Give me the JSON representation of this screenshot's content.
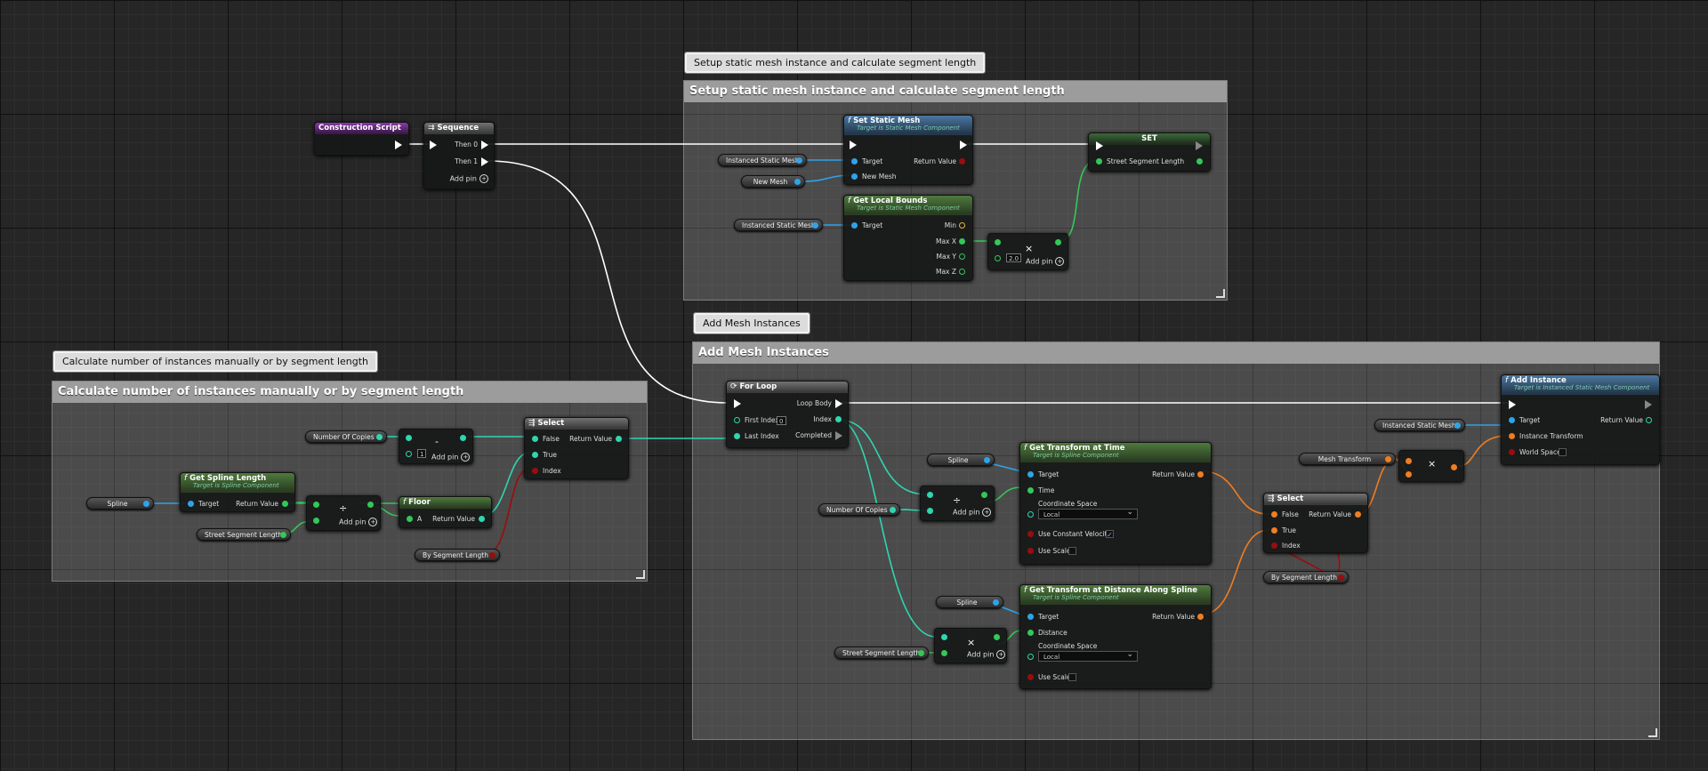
{
  "comments": {
    "setup": {
      "title": "Setup static mesh instance and calculate segment length"
    },
    "mesh": {
      "title": "Add Mesh Instances"
    },
    "calc": {
      "title": "Calculate number of instances manually or by segment length"
    }
  },
  "nodes": {
    "construction": {
      "title": "Construction Script"
    },
    "sequence": {
      "title": "Sequence",
      "then0": "Then 0",
      "then1": "Then 1",
      "addpin": "Add pin"
    },
    "setStaticMesh": {
      "title": "Set Static Mesh",
      "subtitle": "Target is Static Mesh Component",
      "target": "Target",
      "newMesh": "New Mesh",
      "returnValue": "Return Value"
    },
    "set": {
      "title": "SET",
      "pin": "Street Segment Length"
    },
    "getLocalBounds": {
      "title": "Get Local Bounds",
      "subtitle": "Target is Static Mesh Component",
      "target": "Target",
      "min": "Min",
      "maxX": "Max X",
      "maxY": "Max Y",
      "maxZ": "Max Z"
    },
    "multiply1": {
      "value": "2.0",
      "symbol": "×",
      "addpin": "Add pin"
    },
    "forLoop": {
      "title": "For Loop",
      "firstIndex": "First Index",
      "firstIndexValue": "0",
      "lastIndex": "Last Index",
      "loopBody": "Loop Body",
      "index": "Index",
      "completed": "Completed"
    },
    "addInstance": {
      "title": "Add Instance",
      "subtitle": "Target is Instanced Static Mesh Component",
      "target": "Target",
      "instanceTransform": "Instance Transform",
      "worldSpace": "World Space",
      "returnValue": "Return Value"
    },
    "getTransformTime": {
      "title": "Get Transform at Time",
      "subtitle": "Target is Spline Component",
      "target": "Target",
      "time": "Time",
      "coordSpace": "Coordinate Space",
      "coordValue": "Local",
      "useConstVel": "Use Constant Velocity",
      "useConstVelChecked": "✓",
      "useScale": "Use Scale",
      "returnValue": "Return Value"
    },
    "getTransformDist": {
      "title": "Get Transform at Distance Along Spline",
      "subtitle": "Target is Spline Component",
      "target": "Target",
      "distance": "Distance",
      "coordSpace": "Coordinate Space",
      "coordValue": "Local",
      "useScale": "Use Scale",
      "returnValue": "Return Value"
    },
    "divide2": {
      "symbol": "÷",
      "addpin": "Add pin"
    },
    "multiply2": {
      "symbol": "×",
      "addpin": "Add pin"
    },
    "multiply3": {
      "symbol": "×"
    },
    "select2": {
      "title": "Select",
      "false": "False",
      "true": "True",
      "index": "Index",
      "returnValue": "Return Value"
    },
    "getSplineLength": {
      "title": "Get Spline Length",
      "subtitle": "Target is Spline Component",
      "target": "Target",
      "returnValue": "Return Value"
    },
    "subtract": {
      "value": "1",
      "symbol": "-",
      "addpin": "Add pin"
    },
    "divide1": {
      "symbol": "÷",
      "addpin": "Add pin"
    },
    "floor": {
      "title": "Floor",
      "a": "A",
      "returnValue": "Return Value"
    },
    "select1": {
      "title": "Select",
      "false": "False",
      "true": "True",
      "index": "Index",
      "returnValue": "Return Value"
    }
  },
  "vars": {
    "ism1": "Instanced Static Mesh",
    "newMesh": "New Mesh",
    "ism2": "Instanced Static Mesh",
    "ism3": "Instanced Static Mesh",
    "meshTransform": "Mesh Transform",
    "spline1": "Spline",
    "numCopies2": "Number Of Copies",
    "bySeg2": "By Segment Length",
    "spline2": "Spline",
    "streetSeg2": "Street Segment Length",
    "numCopies1": "Number Of Copies",
    "spline3": "Spline",
    "streetSeg1": "Street Segment Length",
    "bySeg1": "By Segment Length"
  },
  "colors": {
    "exec": "#ffffff",
    "object": "#2fa3e8",
    "float": "#34c759",
    "int": "#2fd6b0",
    "bool": "#9a0d0d",
    "transform": "#ef7d22"
  }
}
